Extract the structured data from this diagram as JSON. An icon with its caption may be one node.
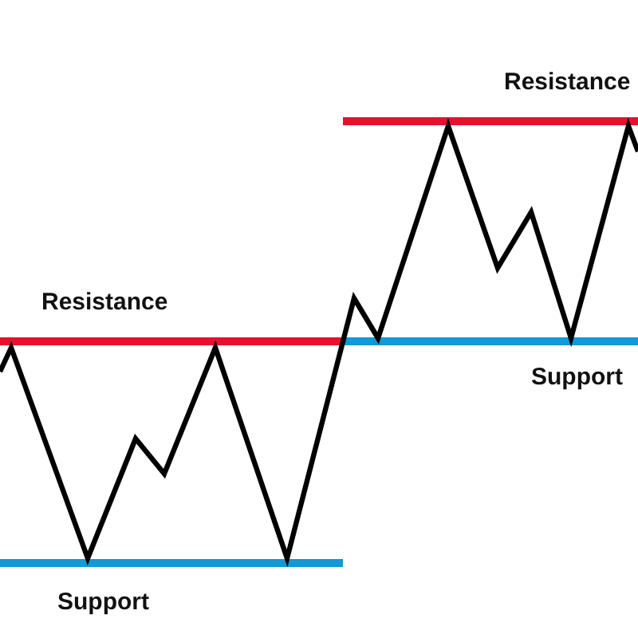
{
  "diagram": {
    "labels": [
      "Resistance",
      "Resistance",
      "Support",
      "Support"
    ]
  }
}
